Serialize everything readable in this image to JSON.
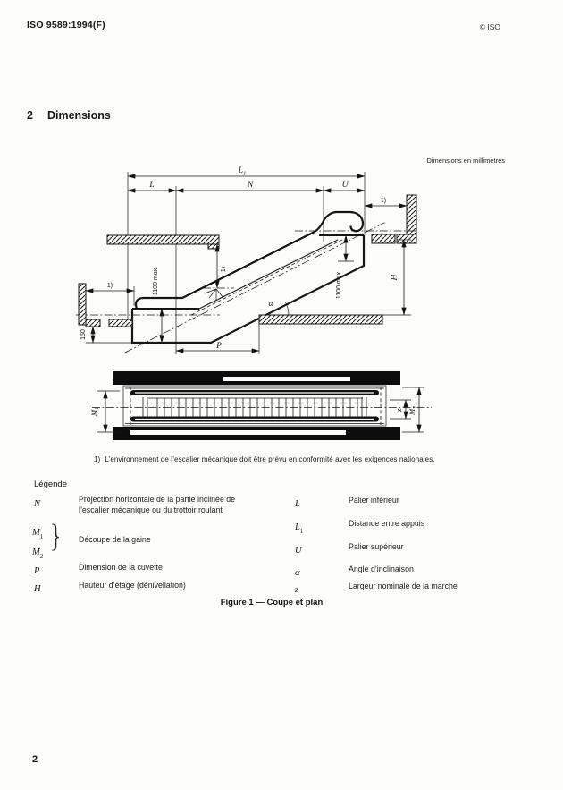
{
  "page": {
    "header_left": "ISO 9589:1994(F)",
    "header_right": "© ISO",
    "section_number": "2",
    "section_title": "Dimensions",
    "units_note": "Dimensions en millimètres",
    "footnote_marker": "1)",
    "footnote_text": "L’environnement de l’escalier mécanique doit être prévu en conformité avec les exigences nationales.",
    "page_number": "2"
  },
  "drawing": {
    "dim_l1_base": "L",
    "dim_l1_sub": "1",
    "dim_l": "L",
    "dim_n": "N",
    "dim_u": "U",
    "note_ref_top": "1)",
    "note_ref_left": "1)",
    "note_ref_mid": "1)",
    "max_left": "1100 max.",
    "max_right": "1100 max.",
    "dim_150": "150",
    "dim_p": "P",
    "dim_h": "H",
    "angle_alpha": "α",
    "plan_m1_base": "M",
    "plan_m1_sub": "1",
    "plan_m2_base": "M",
    "plan_m2_sub": "2",
    "plan_z": "z"
  },
  "legend": {
    "title": "Légende",
    "left_items": [
      {
        "sym": "N",
        "sub": "",
        "desc": [
          "Projection horizontale de la partie inclinée de",
          "l’escalier mécanique ou du trottoir roulant"
        ]
      },
      {
        "sym": "M",
        "sub": "1",
        "desc": []
      },
      {
        "sym": "M",
        "sub": "2",
        "desc": []
      },
      {
        "sym": "P",
        "sub": "",
        "desc": [
          "Dimension de la cuvette"
        ]
      },
      {
        "sym": "H",
        "sub": "",
        "desc": [
          "Hauteur d’étage (dénivellation)"
        ]
      }
    ],
    "brace_glyph": "}",
    "brace_desc": "Découpe de la gaine",
    "right_items": [
      {
        "sym": "L",
        "sub": "",
        "desc": "Palier inférieur"
      },
      {
        "sym": "L",
        "sub": "1",
        "desc": "Distance entre appuis"
      },
      {
        "sym": "U",
        "sub": "",
        "desc": "Palier supérieur"
      },
      {
        "sym": "α",
        "sub": "",
        "desc": "Angle d’inclinaison"
      },
      {
        "sym": "z",
        "sub": "",
        "desc": "Largeur nominale de la marche"
      }
    ]
  },
  "figure": {
    "caption": "Figure 1 — Coupe et plan"
  }
}
